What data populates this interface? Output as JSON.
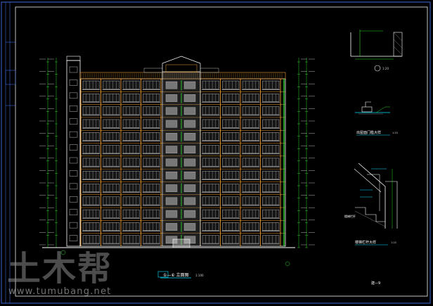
{
  "drawing": {
    "elevation_title": "①—⑥ 立面图",
    "elevation_scale": "1:100",
    "detail_top_scale": "1:20",
    "detail_mid_title": "出屋面门槛大样",
    "detail_mid_scale": "1:20",
    "detail_bot_title": "楼梯栏杆大样",
    "detail_bot_scale": "1:20",
    "detail_bot_note": "楼梯栏杆",
    "sheet_no": "建—9"
  },
  "watermark": {
    "logo_text": "土木帮",
    "url": "www.tumubang.net"
  },
  "colors": {
    "background": "#000000",
    "frame": "#3c68d8",
    "building_outline": "#ffffff",
    "columns": "#f2a23a",
    "windows": "#b9b9b9",
    "dims": "#2dd42d",
    "accent": "#00e5ff"
  }
}
